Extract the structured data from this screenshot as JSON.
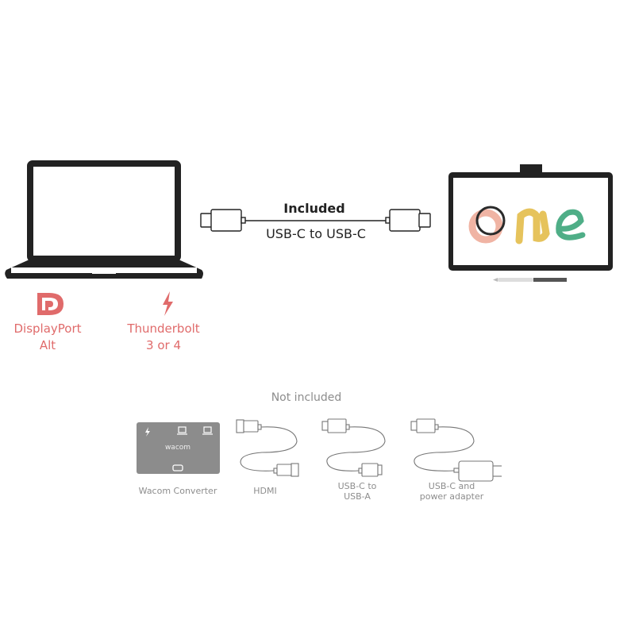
{
  "colors": {
    "accent": "#e06b6b",
    "line": "#222222",
    "muted": "#8d8d8d",
    "converter": "#8c8c8c",
    "logo_o": "#f0b4a4",
    "logo_n": "#e6c35c",
    "logo_e": "#4fae87"
  },
  "computer": {
    "displayport_label": "DisplayPort",
    "displayport_label2": "Alt",
    "thunderbolt_label": "Thunderbolt",
    "thunderbolt_label2": "3 or 4"
  },
  "included": {
    "heading": "Included",
    "cable_label": "USB-C to USB-C"
  },
  "tablet": {
    "screen_logo": "One"
  },
  "not_included": {
    "heading": "Not included",
    "converter_brand": "wacom",
    "items": [
      {
        "label": "Wacom Converter",
        "label2": ""
      },
      {
        "label": "HDMI",
        "label2": ""
      },
      {
        "label": "USB-C to",
        "label2": "USB-A"
      },
      {
        "label": "USB-C and",
        "label2": "power adapter"
      }
    ]
  }
}
